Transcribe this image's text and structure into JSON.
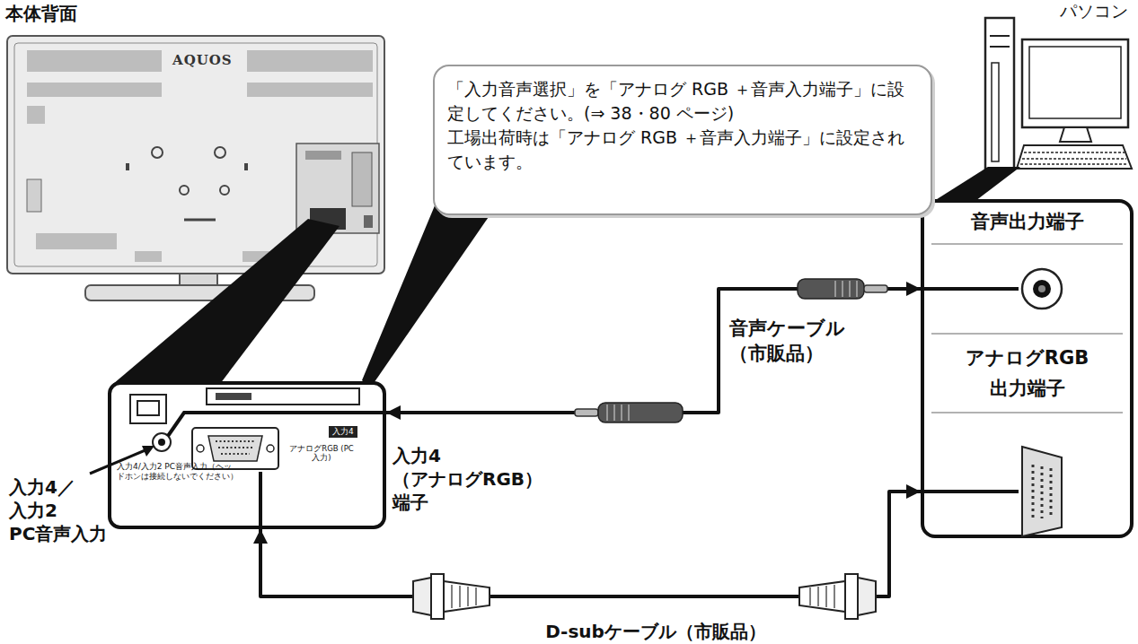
{
  "diagram": {
    "title": "本体背面",
    "nodes": [
      {
        "text": [
          "「入力音声選択」を「アナログ RGB ＋音声入力端子」に設定してください。(⇒ 38・80 ページ)",
          "工場出荷時は「アナログ RGB ＋音声入力端子」に設定されています。"
        ]
      },
      {
        "text": [
          "入力4/入力2 PC音声入力（ヘッドホンは接続しないでください）",
          "アナログRGB (PC入力)",
          "入力4"
        ]
      },
      {
        "text": [
          "音声出力端子"
        ]
      },
      {
        "text": [
          "アナログRGB 出力端子"
        ]
      }
    ],
    "edges": [
      {
        "from": 1,
        "to": 2,
        "arrow": "both",
        "label": "音声ケーブル （市販品）"
      },
      {
        "from": 1,
        "to": 3,
        "arrow": "both",
        "label": "D-subケーブル（市販品）"
      }
    ],
    "labels": [
      "パソコン",
      "AQUOS",
      "入力4／ 入力2 PC音声入力",
      "入力4 （アナログRGB）端子"
    ]
  }
}
